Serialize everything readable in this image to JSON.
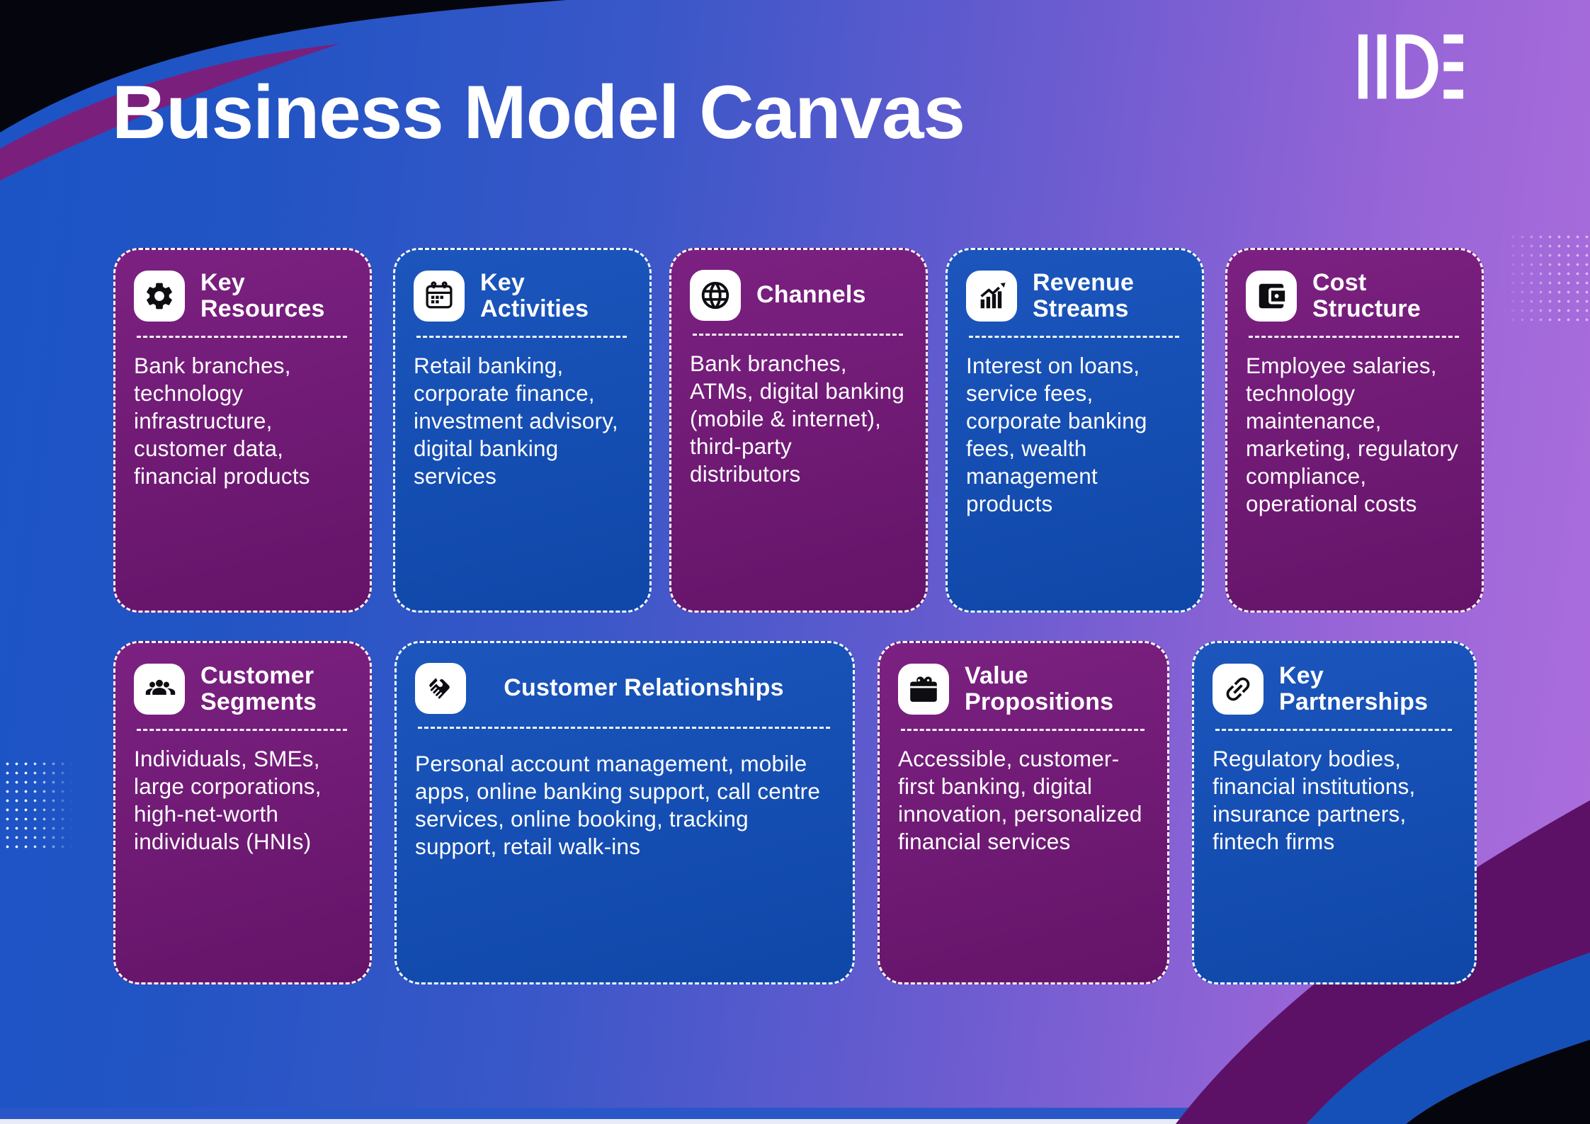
{
  "page": {
    "title": "Business Model Canvas"
  },
  "logo": {
    "name": "IIDE"
  },
  "colors": {
    "background_blue": "#1b54c6",
    "background_purple": "#ae6edd",
    "card_purple": "#6d1a70",
    "card_blue": "#1551b5",
    "corner_black": "#05050d",
    "band_dark_purple": "#5c1166",
    "band_blue": "#1550b8",
    "accent_purple_sliver": "#7b1f7d",
    "bottom_strip": "#e8ebf7",
    "text": "#ffffff"
  },
  "cards": [
    {
      "id": "key-resources",
      "title": "Key Resources",
      "icon": "gear-icon",
      "theme": "purple",
      "body": "Bank branches, technology infrastructure, customer data, financial products"
    },
    {
      "id": "key-activities",
      "title": "Key Activities",
      "icon": "calendar-icon",
      "theme": "blue",
      "body": "Retail banking, corporate finance, investment advisory, digital banking services"
    },
    {
      "id": "channels",
      "title": "Channels",
      "icon": "globe-icon",
      "theme": "purple",
      "body": "Bank branches, ATMs, digital banking (mobile & internet), third-party distributors"
    },
    {
      "id": "revenue-streams",
      "title": "Revenue Streams",
      "icon": "growth-chart-icon",
      "theme": "blue",
      "body": "Interest on loans, service fees, corporate banking fees, wealth management products"
    },
    {
      "id": "cost-structure",
      "title": "Cost Structure",
      "icon": "wallet-icon",
      "theme": "purple",
      "body": "Employee salaries, technology maintenance, marketing, regulatory compliance, operational costs"
    },
    {
      "id": "customer-segments",
      "title": "Customer Segments",
      "icon": "people-icon",
      "theme": "purple",
      "body": "Individuals, SMEs, large corporations, high-net-worth individuals (HNIs)"
    },
    {
      "id": "customer-relationships",
      "title": "Customer Relationships",
      "icon": "handshake-icon",
      "theme": "blue",
      "body": "Personal account management, mobile apps, online banking support, call centre services, online booking, tracking support, retail walk-ins"
    },
    {
      "id": "value-propositions",
      "title": "Value Propositions",
      "icon": "gift-icon",
      "theme": "purple",
      "body": "Accessible, customer-first banking, digital innovation, personalized financial services"
    },
    {
      "id": "key-partnerships",
      "title": "Key Partnerships",
      "icon": "chain-link-icon",
      "theme": "blue",
      "body": "Regulatory bodies, financial institutions, insurance partners, fintech firms"
    }
  ]
}
